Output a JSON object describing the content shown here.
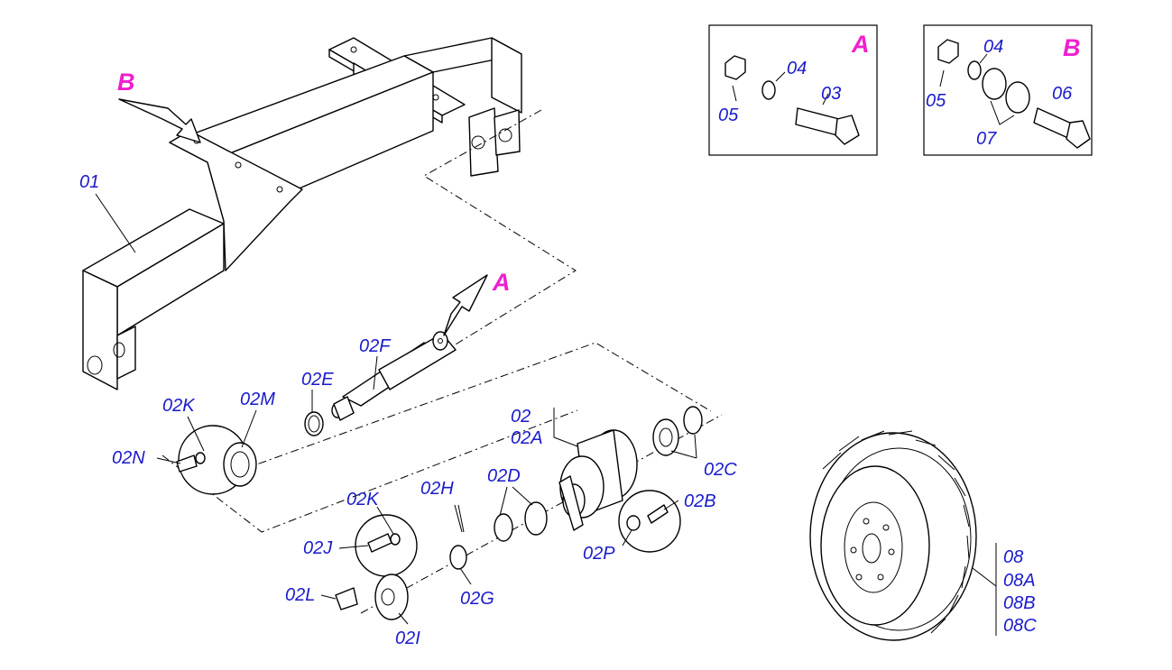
{
  "callouts": {
    "frame": "01",
    "hub_assembly": "02",
    "hub_assembly_a": "02A",
    "part_02b": "02B",
    "part_02c": "02C",
    "part_02d": "02D",
    "part_02e": "02E",
    "part_02f": "02F",
    "part_02g": "02G",
    "part_02h": "02H",
    "part_02i": "02I",
    "part_02j": "02J",
    "part_02k_upper": "02K",
    "part_02k_lower": "02K",
    "part_02l": "02L",
    "part_02m": "02M",
    "part_02n": "02N",
    "part_02p": "02P",
    "wheel": "08",
    "wheel_a": "08A",
    "wheel_b": "08B",
    "wheel_c": "08C"
  },
  "detail_a": {
    "ref": "A",
    "nut": "05",
    "washer": "04",
    "bolt": "03"
  },
  "detail_b": {
    "ref": "B",
    "nut": "05",
    "washer": "04",
    "flat_washers": "07",
    "bolt": "06"
  },
  "refs": {
    "frame_ref": "B",
    "spindle_ref": "A"
  },
  "colors": {
    "callout_text": "#1a1acc",
    "reference_letter": "#ee1fcf",
    "line_art": "#000000"
  }
}
